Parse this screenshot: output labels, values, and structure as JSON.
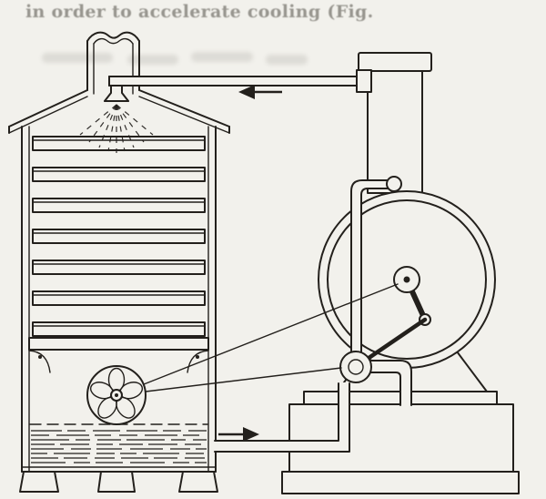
{
  "page": {
    "background": "#f2f1ec",
    "ink": "#23201c",
    "bleed_ink": "#45423a"
  },
  "bleed_text": {
    "line1": "in order to accelerate cooling (Fig."
  },
  "figure": {
    "type": "engraving",
    "flow_arrows": {
      "top": "left",
      "bottom": "right"
    },
    "parts": [
      "cooling-tower",
      "tower-roof",
      "chimney",
      "spray-pipe",
      "spray-nozzle",
      "slat-trays",
      "corner-brackets",
      "fan-wheel",
      "water-basin",
      "tower-feet",
      "belt-drive",
      "suction-pipe",
      "pump",
      "connecting-rod",
      "riser-pipe",
      "discharge-pipe",
      "flywheel",
      "engine-column",
      "engine-base"
    ]
  }
}
